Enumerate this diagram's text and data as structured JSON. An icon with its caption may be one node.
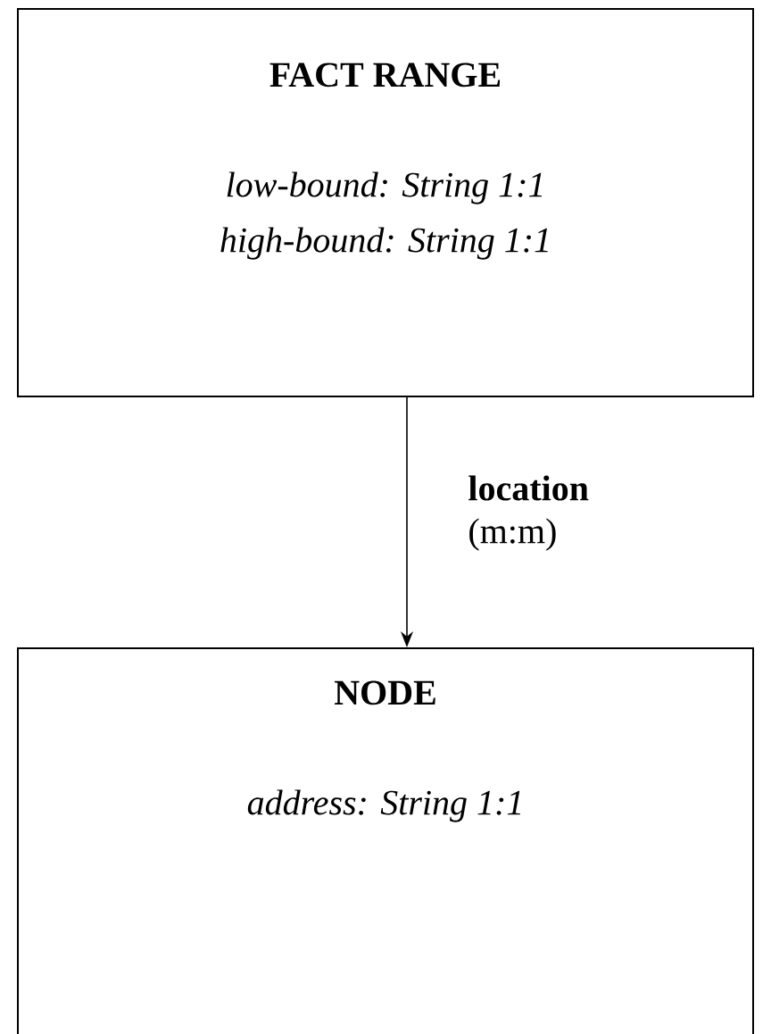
{
  "diagram": {
    "nodes": [
      {
        "text": [
          "FACT RANGE",
          "*low-bound: String 1:1*",
          "*high-bound: String 1:1*"
        ]
      },
      {
        "text": [
          "NODE",
          "*address: String 1:1*"
        ]
      }
    ],
    "edges": [
      {
        "from": 0,
        "to": 1,
        "arrow": "to",
        "label": "**location** (m:m)"
      }
    ]
  }
}
